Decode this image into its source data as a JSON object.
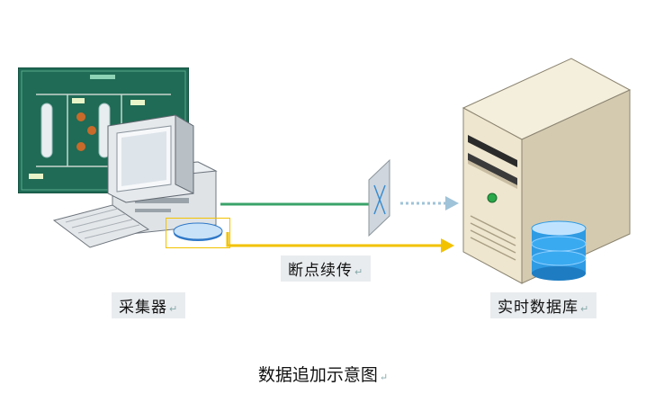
{
  "labels": {
    "resume": "断点续传",
    "collector": "采集器",
    "database": "实时数据库",
    "para_mark": "↵"
  },
  "caption": "数据追加示意图",
  "colors": {
    "scada_bg": "#1f6b55",
    "green_line": "#3aa36a",
    "yellow_line": "#f2c200",
    "dashed_arrow": "#9fc3d8",
    "db_blue": "#2f9be3",
    "server_body": "#efe6cf"
  }
}
